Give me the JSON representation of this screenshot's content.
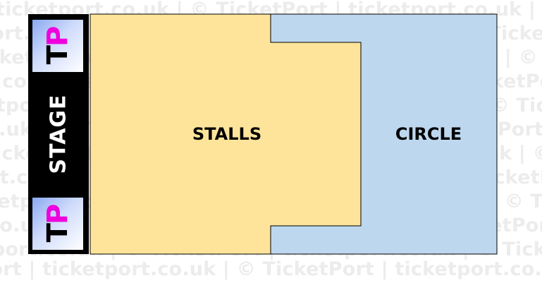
{
  "watermark": {
    "text": "ticketport.co.uk | © TicketPort | ticketport.co.uk | © TicketPort | ticketport.co.uk | © TicketPort | ticketport.co.uk"
  },
  "stage": {
    "label": "STAGE"
  },
  "logo": {
    "letter_t": "T",
    "letter_p": "P"
  },
  "sections": {
    "stalls": {
      "label": "STALLS",
      "color": "#fde49a"
    },
    "circle": {
      "label": "CIRCLE",
      "color": "#bdd7ee"
    }
  }
}
